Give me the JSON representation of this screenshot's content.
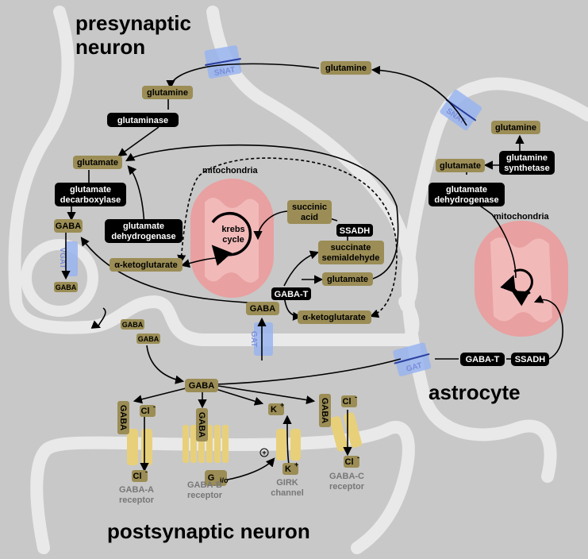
{
  "titles": {
    "presynaptic_line1": "presynaptic",
    "presynaptic_line2": "neuron",
    "astrocyte": "astrocyte",
    "postsynaptic": "postsynaptic neuron"
  },
  "metabolites": {
    "glutamine_top": "glutamine",
    "glutamine_pre": "glutamine",
    "glutamate_pre": "glutamate",
    "gaba_pre": "GABA",
    "gaba_vesicle": "GABA",
    "alpha_kg_pre": "α-ketoglutarate",
    "succinic_acid_1": "succinic",
    "succinic_acid_2": "acid",
    "ssa_1": "succinate",
    "ssa_2": "semialdehyde",
    "glutamate_mid": "glutamate",
    "gaba_mid": "GABA",
    "alpha_kg_mid": "α-ketoglutarate",
    "gaba_cleft_1": "GABA",
    "gaba_cleft_2": "GABA",
    "gaba_cleft_main": "GABA",
    "glutamine_astro": "glutamine",
    "glutamate_astro": "glutamate",
    "gaba_rec_a": "GABA",
    "gaba_rec_b": "GABA",
    "gaba_rec_c": "GABA"
  },
  "enzymes": {
    "glutaminase": "glutaminase",
    "gad_1": "glutamate",
    "gad_2": "decarboxylase",
    "gdh_pre_1": "glutamate",
    "gdh_pre_2": "dehydrogenase",
    "ssadh_pre": "SSADH",
    "gaba_t_pre": "GABA-T",
    "gs_1": "glutamine",
    "gs_2": "synthetase",
    "gdh_astro_1": "glutamate",
    "gdh_astro_2": "dehydrogenase",
    "gaba_t_astro": "GABA-T",
    "ssadh_astro": "SSADH"
  },
  "transporters": {
    "snat_pre": "SNAT",
    "snat_astro": "SNAT",
    "vgat": "VGAT",
    "gat_pre": "GAT",
    "gat_astro": "GAT"
  },
  "organelles": {
    "mito_pre_label": "mitochondria",
    "mito_astro_label": "mitochondria",
    "krebs_1": "krebs",
    "krebs_2": "cycle"
  },
  "ions": {
    "cl_a_out": "Cl",
    "cl_a_in": "Cl",
    "k_out": "K",
    "k_in": "K",
    "cl_c_out": "Cl",
    "cl_c_in": "Cl",
    "g_protein": "G",
    "g_sub": "i/o",
    "plus": "+"
  },
  "receptors": {
    "a_1": "GABA-A",
    "a_2": "receptor",
    "b_1": "GABA-B",
    "b_2": "receptor",
    "girk_1": "GIRK",
    "girk_2": "channel",
    "c_1": "GABA-C",
    "c_2": "receptor"
  }
}
